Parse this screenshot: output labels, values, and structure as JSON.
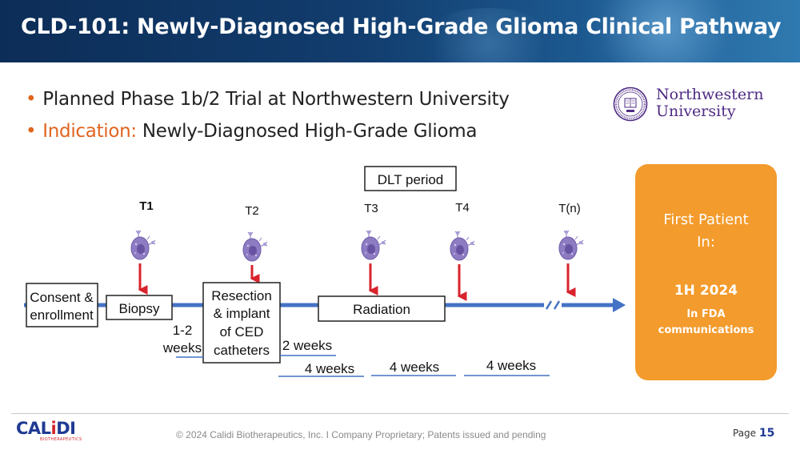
{
  "header": {
    "title": "CLD-101: Newly-Diagnosed High-Grade Glioma Clinical Pathway"
  },
  "bullets": [
    {
      "label": "",
      "text": "Planned Phase 1b/2 Trial at Northwestern University"
    },
    {
      "label": "Indication:",
      "text": "Newly-Diagnosed High-Grade Glioma"
    }
  ],
  "logo": {
    "line1": "Northwestern",
    "line2": "University"
  },
  "diagram": {
    "dlt_label": "DLT period",
    "timepoints": [
      "T1",
      "T2",
      "T3",
      "T4",
      "T(n)"
    ],
    "steps": {
      "consent": [
        "Consent &",
        "enrollment"
      ],
      "biopsy": "Biopsy",
      "resection": [
        "Resection",
        "& implant",
        "of CED",
        "catheters"
      ],
      "radiation": "Radiation"
    },
    "durations": {
      "d12": [
        "1-2",
        "weeks"
      ],
      "d2": "2 weeks",
      "d4a": "4 weeks",
      "d4b": "4 weeks",
      "d4c": "4 weeks"
    },
    "colors": {
      "timeline": "#4472c4",
      "arrow": "#d9232d",
      "cell": "#8e7cc3"
    }
  },
  "first_patient": {
    "title": [
      "First Patient",
      "In:"
    ],
    "date": "1H 2024",
    "sub": [
      "In FDA",
      "communications"
    ],
    "color": "#f39b2c"
  },
  "footer": {
    "brand": {
      "prefix": "CAL",
      "highlight": "i",
      "suffix": "DI",
      "sub": "BIOTHERAPEUTICS"
    },
    "copyright": "© 2024 Calidi Biotherapeutics, Inc. I  Company Proprietary; Patents issued and pending",
    "page_label": "Page",
    "page_number": "15"
  }
}
